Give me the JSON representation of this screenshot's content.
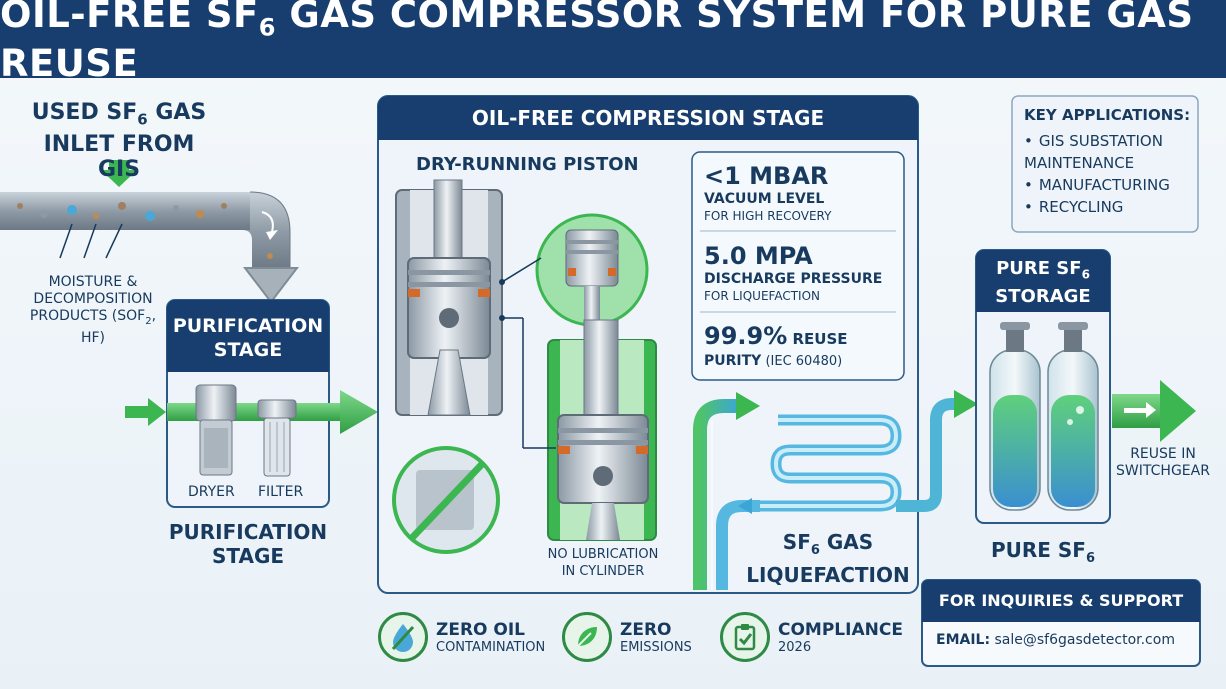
{
  "header": {
    "title_main": "OIL-FREE SF",
    "title_sub": "6",
    "title_rest": " GAS COMPRESSOR SYSTEM FOR PURE GAS REUSE"
  },
  "inlet": {
    "line1_a": "USED SF",
    "line1_sub": "6",
    "line1_b": " GAS",
    "line2": "INLET FROM GIS"
  },
  "moisture": {
    "line1": "MOISTURE &",
    "line2": "DECOMPOSITION",
    "line3_a": "PRODUCTS (SOF",
    "line3_sub": "2",
    "line3_b": ",",
    "line4": "HF)"
  },
  "purification": {
    "panel_title_1": "PURIFICATION",
    "panel_title_2": "STAGE",
    "dryer": "DRYER",
    "filter": "FILTER",
    "caption_1": "PURIFICATION",
    "caption_2": "STAGE"
  },
  "compression": {
    "title": "OIL-FREE COMPRESSION STAGE",
    "piston_label": "DRY-RUNNING PISTON",
    "no_lube_1": "NO LUBRICATION",
    "no_lube_2": "IN CYLINDER",
    "stats": [
      {
        "value": "<1 MBAR",
        "label": "VACUUM LEVEL",
        "note": "FOR HIGH RECOVERY"
      },
      {
        "value": "5.0 MPA",
        "label": "DISCHARGE PRESSURE",
        "note": "FOR LIQUEFACTION"
      },
      {
        "value": "99.9%",
        "value_suffix": " REUSE",
        "label": "PURITY",
        "note": " (IEC 60480)"
      }
    ]
  },
  "liquefaction": {
    "line1_a": "SF",
    "line1_sub": "6",
    "line1_b": " GAS",
    "line2": "LIQUEFACTION"
  },
  "applications": {
    "title": "KEY APPLICATIONS:",
    "items": [
      "GIS SUBSTATION MAINTENANCE",
      "MANUFACTURING",
      "RECYCLING"
    ]
  },
  "storage": {
    "title_1_a": "PURE SF",
    "title_1_sub": "6",
    "title_2": "STORAGE",
    "caption_a": "PURE SF",
    "caption_sub": "6"
  },
  "reuse": {
    "line1": "REUSE IN",
    "line2": "SWITCHGEAR"
  },
  "badges": [
    {
      "title": "ZERO OIL",
      "sub": "CONTAMINATION",
      "icon": "oil-drop-icon"
    },
    {
      "title": "ZERO",
      "sub": "EMISSIONS",
      "icon": "leaf-icon"
    },
    {
      "title": "COMPLIANCE",
      "sub": "2026",
      "icon": "checklist-icon"
    }
  ],
  "contact": {
    "title": "FOR INQUIRIES & SUPPORT",
    "email_label": "EMAIL:",
    "email": " sale@sf6gasdetector.com"
  },
  "colors": {
    "navy": "#173e6e",
    "green": "#3cb650",
    "cyan": "#47a9d6",
    "steel": "#9aa7b2"
  }
}
